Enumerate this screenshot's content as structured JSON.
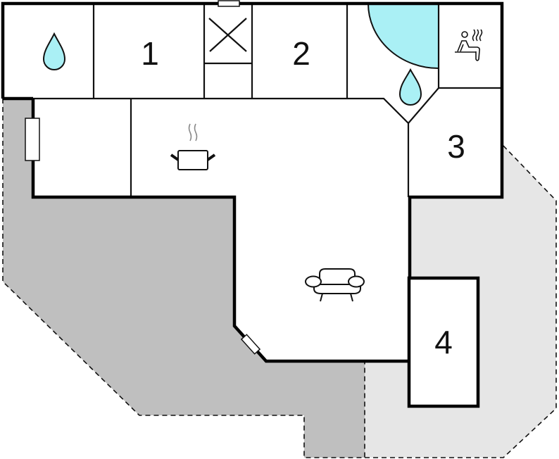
{
  "floorplan": {
    "rooms": [
      {
        "label": "1",
        "type": "bedroom"
      },
      {
        "label": "2",
        "type": "bedroom"
      },
      {
        "label": "3",
        "type": "bedroom"
      },
      {
        "label": "4",
        "type": "bedroom"
      }
    ],
    "icons": [
      "water-drop-icon",
      "water-drop-icon",
      "sauna-icon",
      "cooking-pot-icon",
      "sofa-icon",
      "chimney-icon"
    ],
    "colors": {
      "wall": "#000000",
      "water": "#aaf0f5",
      "covered_terrace": "#bfbfbf",
      "open_terrace": "#e6e6e6",
      "floor": "#ffffff"
    }
  }
}
